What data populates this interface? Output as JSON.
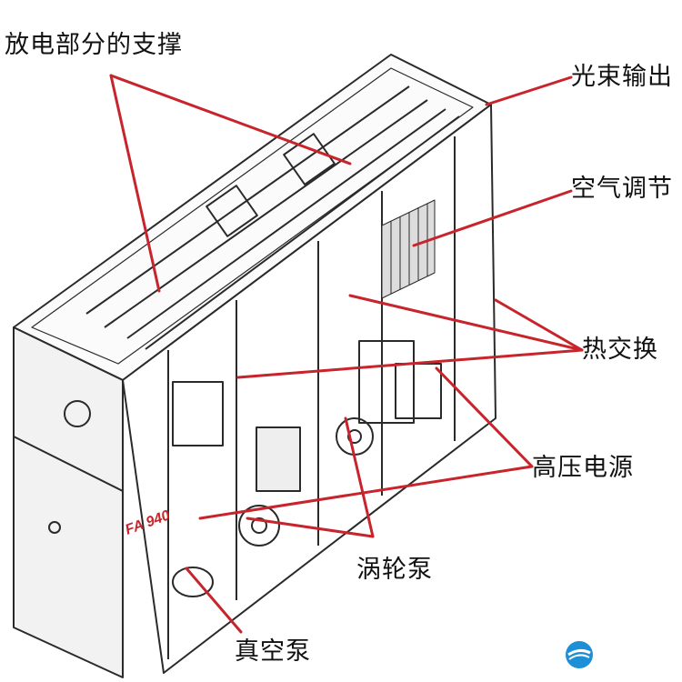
{
  "labels": {
    "discharge_support": "放电部分的支撑",
    "beam_output": "光束输出",
    "air_regulation": "空气调节",
    "heat_exchanger": "热交换",
    "hv_power": "高压电源",
    "turbo_pump": "涡轮泵",
    "vacuum_pump": "真空泵"
  },
  "machine_badge": "FA 940",
  "colors": {
    "leader": "#c8242b",
    "outline": "#2a2a2a",
    "panel": "#f2f2f2",
    "logo": "#1d8fd6"
  },
  "icons": {
    "logo": "watermark-logo-icon"
  }
}
